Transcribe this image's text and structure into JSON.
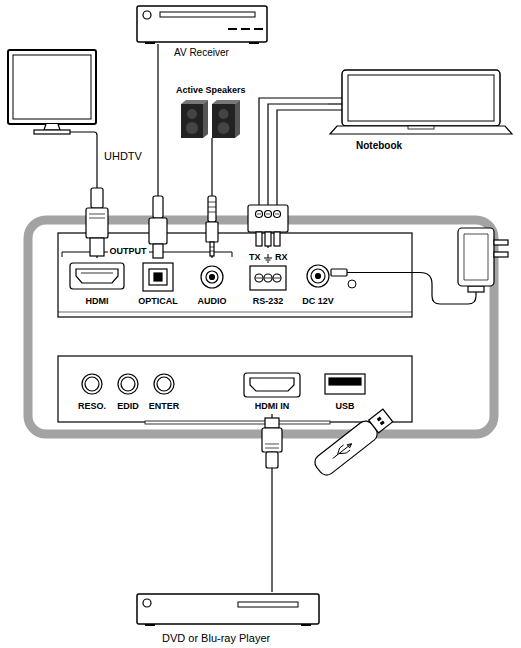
{
  "diagram": {
    "nodes": [
      {
        "text": [
          "UHDTV"
        ]
      },
      {
        "text": [
          "AV Receiver"
        ]
      },
      {
        "text": [
          "Active Speakers"
        ]
      },
      {
        "text": [
          "Notebook"
        ]
      },
      {
        "text": [
          "HDMI"
        ]
      },
      {
        "text": [
          "OPTICAL"
        ]
      },
      {
        "text": [
          "AUDIO"
        ]
      },
      {
        "text": [
          "RS-232"
        ]
      },
      {
        "text": [
          "DC 12V"
        ]
      },
      {
        "text": [
          "RESO."
        ]
      },
      {
        "text": [
          "EDID"
        ]
      },
      {
        "text": [
          "ENTER"
        ]
      },
      {
        "text": [
          "HDMI IN"
        ]
      },
      {
        "text": [
          "USB"
        ]
      },
      {
        "text": [
          "DVD or Blu-ray Player"
        ]
      }
    ],
    "edges": [
      {
        "from": 0,
        "to": 4,
        "arrow": "none"
      },
      {
        "from": 1,
        "to": 5,
        "arrow": "none"
      },
      {
        "from": 2,
        "to": 6,
        "arrow": "none"
      },
      {
        "from": 3,
        "to": 7,
        "arrow": "none"
      },
      {
        "from": 14,
        "to": 12,
        "arrow": "none"
      }
    ],
    "labels": [
      "OUTPUT",
      "TX",
      "RX"
    ]
  }
}
